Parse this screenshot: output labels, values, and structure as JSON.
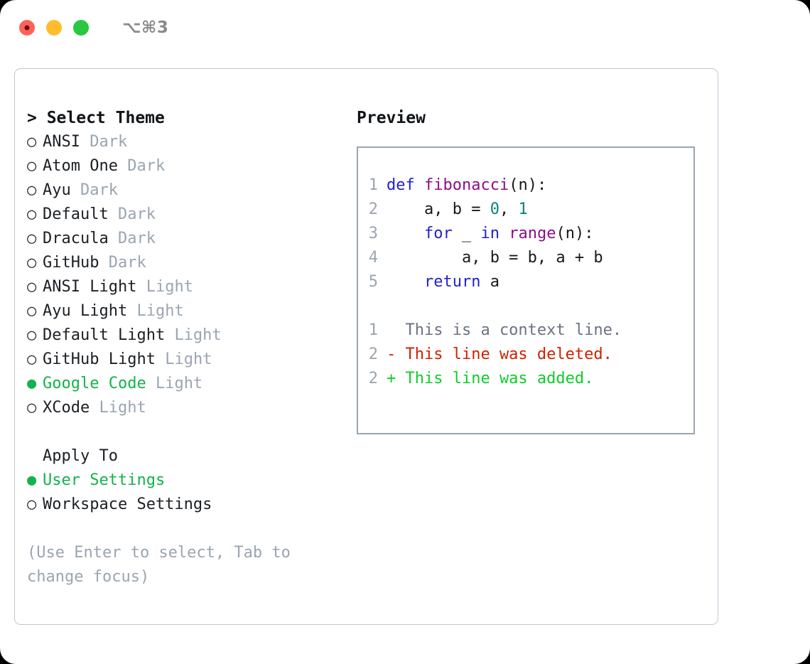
{
  "titlebar": {
    "shortcut": "⌥⌘3",
    "buttons": [
      {
        "name": "close",
        "color": "#ff6159"
      },
      {
        "name": "minimize",
        "color": "#ffbd2e"
      },
      {
        "name": "maximize",
        "color": "#28c840"
      }
    ]
  },
  "theme_picker": {
    "title": "> Select Theme",
    "prompt": ">",
    "title_text": "Select Theme",
    "selected_bullet": "●",
    "unselected_bullet": "○",
    "items": [
      {
        "bullet": "○",
        "name": "ANSI",
        "variant": "Dark",
        "selected": false
      },
      {
        "bullet": "○",
        "name": "Atom One",
        "variant": "Dark",
        "selected": false
      },
      {
        "bullet": "○",
        "name": "Ayu",
        "variant": "Dark",
        "selected": false
      },
      {
        "bullet": "○",
        "name": "Default",
        "variant": "Dark",
        "selected": false
      },
      {
        "bullet": "○",
        "name": "Dracula",
        "variant": "Dark",
        "selected": false
      },
      {
        "bullet": "○",
        "name": "GitHub",
        "variant": "Dark",
        "selected": false
      },
      {
        "bullet": "○",
        "name": "ANSI Light",
        "variant": "Light",
        "selected": false
      },
      {
        "bullet": "○",
        "name": "Ayu Light",
        "variant": "Light",
        "selected": false
      },
      {
        "bullet": "○",
        "name": "Default Light",
        "variant": "Light",
        "selected": false
      },
      {
        "bullet": "○",
        "name": "GitHub Light",
        "variant": "Light",
        "selected": false
      },
      {
        "bullet": "●",
        "name": "Google Code",
        "variant": "Light",
        "selected": true
      },
      {
        "bullet": "○",
        "name": "XCode",
        "variant": "Light",
        "selected": false
      }
    ]
  },
  "apply_to": {
    "title": "Apply To",
    "items": [
      {
        "bullet": "●",
        "label": "User Settings",
        "selected": true
      },
      {
        "bullet": "○",
        "label": "Workspace Settings",
        "selected": false
      }
    ]
  },
  "hint": {
    "line1": "(Use Enter to select, Tab to",
    "line2": "change focus)"
  },
  "preview": {
    "title": "Preview",
    "code_lines": [
      {
        "lineno": "1",
        "tokens": [
          {
            "t": "def ",
            "k": "kw"
          },
          {
            "t": "fibonacci",
            "k": "fn"
          },
          {
            "t": "(n):",
            "k": "plain"
          }
        ]
      },
      {
        "lineno": "2",
        "tokens": [
          {
            "t": "    a, b = ",
            "k": "plain"
          },
          {
            "t": "0",
            "k": "num"
          },
          {
            "t": ", ",
            "k": "plain"
          },
          {
            "t": "1",
            "k": "num"
          }
        ]
      },
      {
        "lineno": "3",
        "tokens": [
          {
            "t": "    ",
            "k": "plain"
          },
          {
            "t": "for",
            "k": "kw"
          },
          {
            "t": " _ ",
            "k": "plain"
          },
          {
            "t": "in",
            "k": "kw"
          },
          {
            "t": " ",
            "k": "plain"
          },
          {
            "t": "range",
            "k": "fn"
          },
          {
            "t": "(n):",
            "k": "plain"
          }
        ]
      },
      {
        "lineno": "4",
        "tokens": [
          {
            "t": "        a, b = b, a + b",
            "k": "plain"
          }
        ]
      },
      {
        "lineno": "5",
        "tokens": [
          {
            "t": "    ",
            "k": "plain"
          },
          {
            "t": "return",
            "k": "kw"
          },
          {
            "t": " a",
            "k": "plain"
          }
        ]
      }
    ],
    "diff_lines": [
      {
        "lineno": "1",
        "marker": " ",
        "text": "  This is a context line.",
        "kind": "ctx"
      },
      {
        "lineno": "2",
        "marker": "-",
        "text": "- This line was deleted.",
        "kind": "del"
      },
      {
        "lineno": "2",
        "marker": "+",
        "text": "+ This line was added.",
        "kind": "add"
      }
    ]
  },
  "colors": {
    "accent_green": "#13b34b",
    "muted": "#9aa5b1",
    "keyword": "#2222cc",
    "function": "#8c0e8c",
    "number": "#0b7f80",
    "diff_add": "#0ecc2a",
    "diff_del": "#cc2200",
    "border": "#c0c8d2"
  }
}
